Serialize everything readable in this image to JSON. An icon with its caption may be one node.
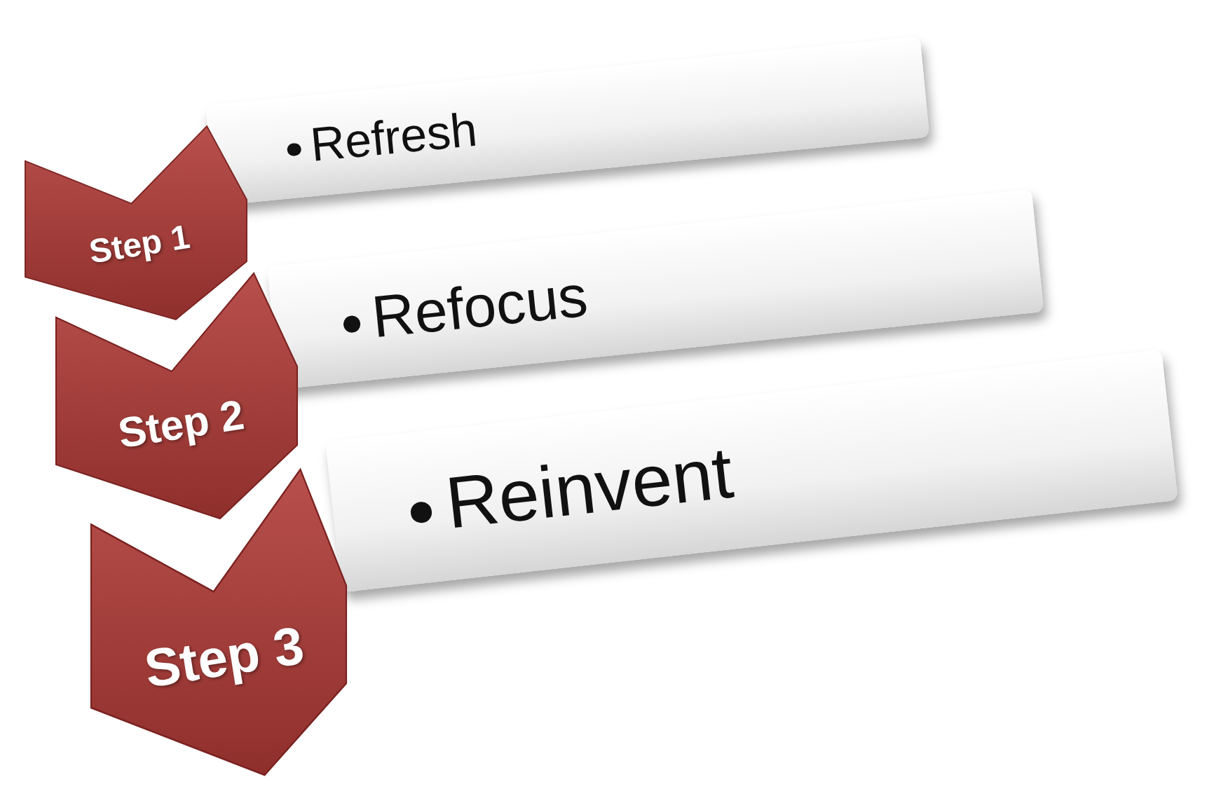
{
  "diagram": {
    "nodes": [
      {
        "text": [
          "Step 1"
        ]
      },
      {
        "text": [
          "Refresh"
        ]
      },
      {
        "text": [
          "Step 2"
        ]
      },
      {
        "text": [
          "Refocus"
        ]
      },
      {
        "text": [
          "Step 3"
        ]
      },
      {
        "text": [
          "Reinvent"
        ]
      }
    ]
  }
}
